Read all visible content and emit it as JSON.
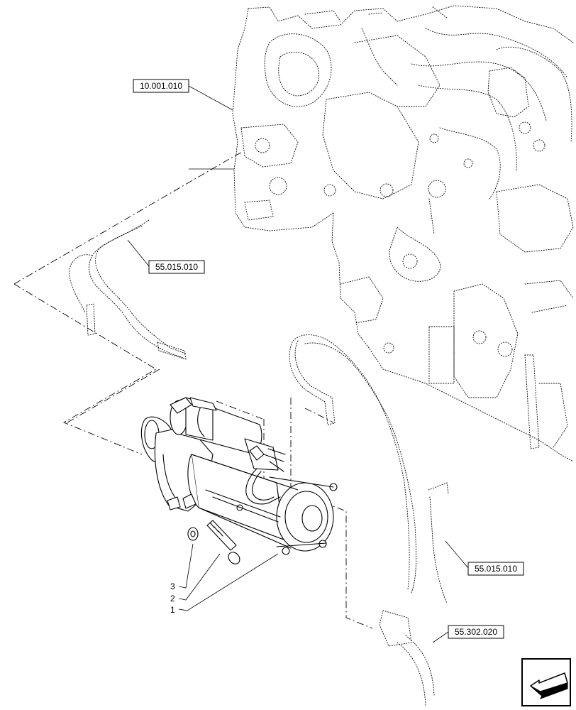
{
  "references": {
    "engine": "10.001.010",
    "harness_upper": "55.015.010",
    "harness_lower": "55.015.010",
    "connector": "55.302.020"
  },
  "items": {
    "item1": "1",
    "item2": "2",
    "item3": "3"
  },
  "icons": {
    "nav_arrow": "arrow-back-left-icon"
  }
}
